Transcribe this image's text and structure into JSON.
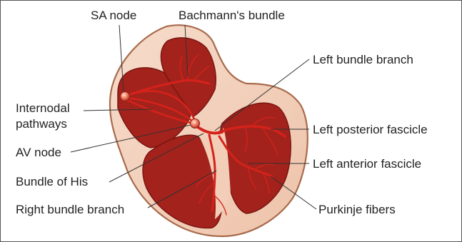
{
  "labels": {
    "sa_node": "SA node",
    "bachmanns_bundle": "Bachmann's bundle",
    "left_bundle_branch": "Left bundle branch",
    "internodal_line1": "Internodal",
    "internodal_line2": "pathways",
    "left_posterior_fascicle": "Left posterior fascicle",
    "av_node": "AV node",
    "left_anterior_fascicle": "Left anterior fascicle",
    "bundle_of_his": "Bundle of His",
    "right_bundle_branch": "Right bundle branch",
    "purkinje_fibers": "Purkinje fibers"
  },
  "colors": {
    "outer_wall": "#f2cdb8",
    "outer_wall_edge": "#a86a4c",
    "chamber": "#a3221c",
    "chamber_dark": "#7a1510",
    "conduction": "#d4221a",
    "node": "#f07a5c",
    "leader_line": "#333333"
  }
}
